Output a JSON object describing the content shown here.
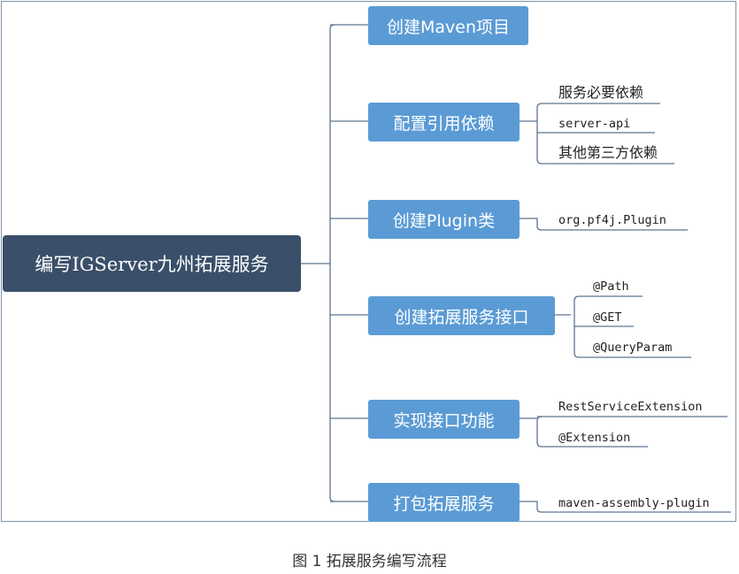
{
  "root": "编写IGServer九州拓展服务",
  "branches": [
    {
      "label": "创建Maven项目",
      "leaves": []
    },
    {
      "label": "配置引用依赖",
      "leaves": [
        "服务必要依赖",
        "server-api",
        "其他第三方依赖"
      ]
    },
    {
      "label": "创建Plugin类",
      "leaves": [
        "org.pf4j.Plugin"
      ]
    },
    {
      "label": "创建拓展服务接口",
      "leaves": [
        "@Path",
        "@GET",
        "@QueryParam"
      ]
    },
    {
      "label": "实现接口功能",
      "leaves": [
        "RestServiceExtension",
        "@Extension"
      ]
    },
    {
      "label": "打包拓展服务",
      "leaves": [
        "maven-assembly-plugin"
      ]
    }
  ],
  "caption": "图 1 拓展服务编写流程",
  "colors": {
    "root": "#3a4f69",
    "branch": "#5b9bd5",
    "line": "#5d7491"
  }
}
